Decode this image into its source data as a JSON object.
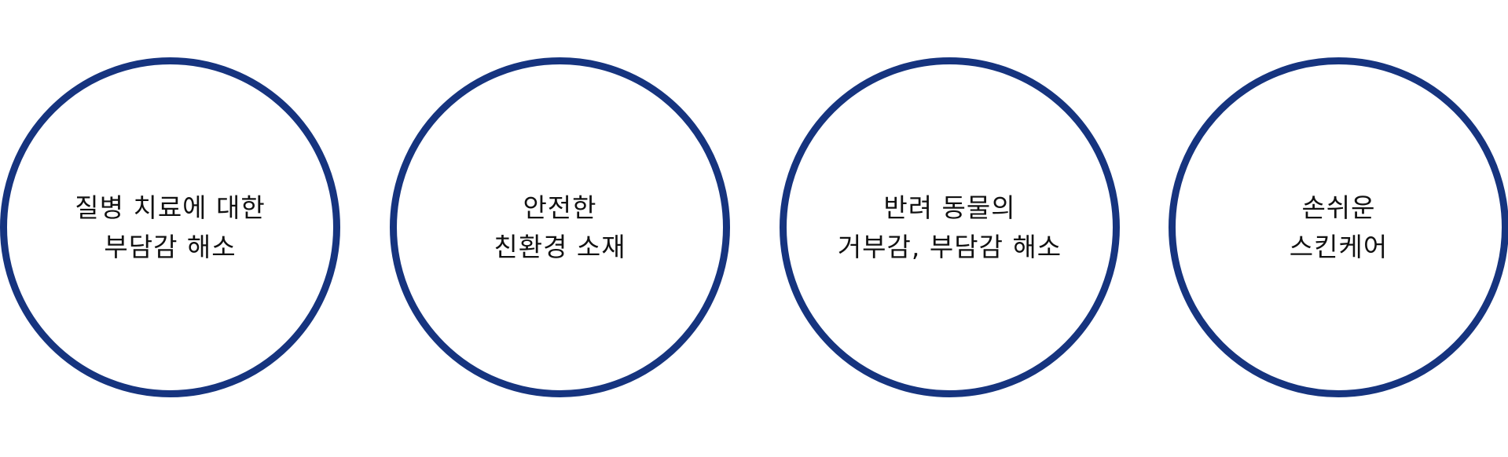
{
  "colors": {
    "circle_border": "#16347f",
    "text": "#111111",
    "background": "#ffffff"
  },
  "circles": [
    {
      "lines": [
        "질병 치료에 대한",
        "부담감 해소"
      ]
    },
    {
      "lines": [
        "안전한",
        "친환경 소재"
      ]
    },
    {
      "lines": [
        "반려 동물의",
        "거부감, 부담감 해소"
      ]
    },
    {
      "lines": [
        "손쉬운",
        "스킨케어"
      ]
    }
  ]
}
